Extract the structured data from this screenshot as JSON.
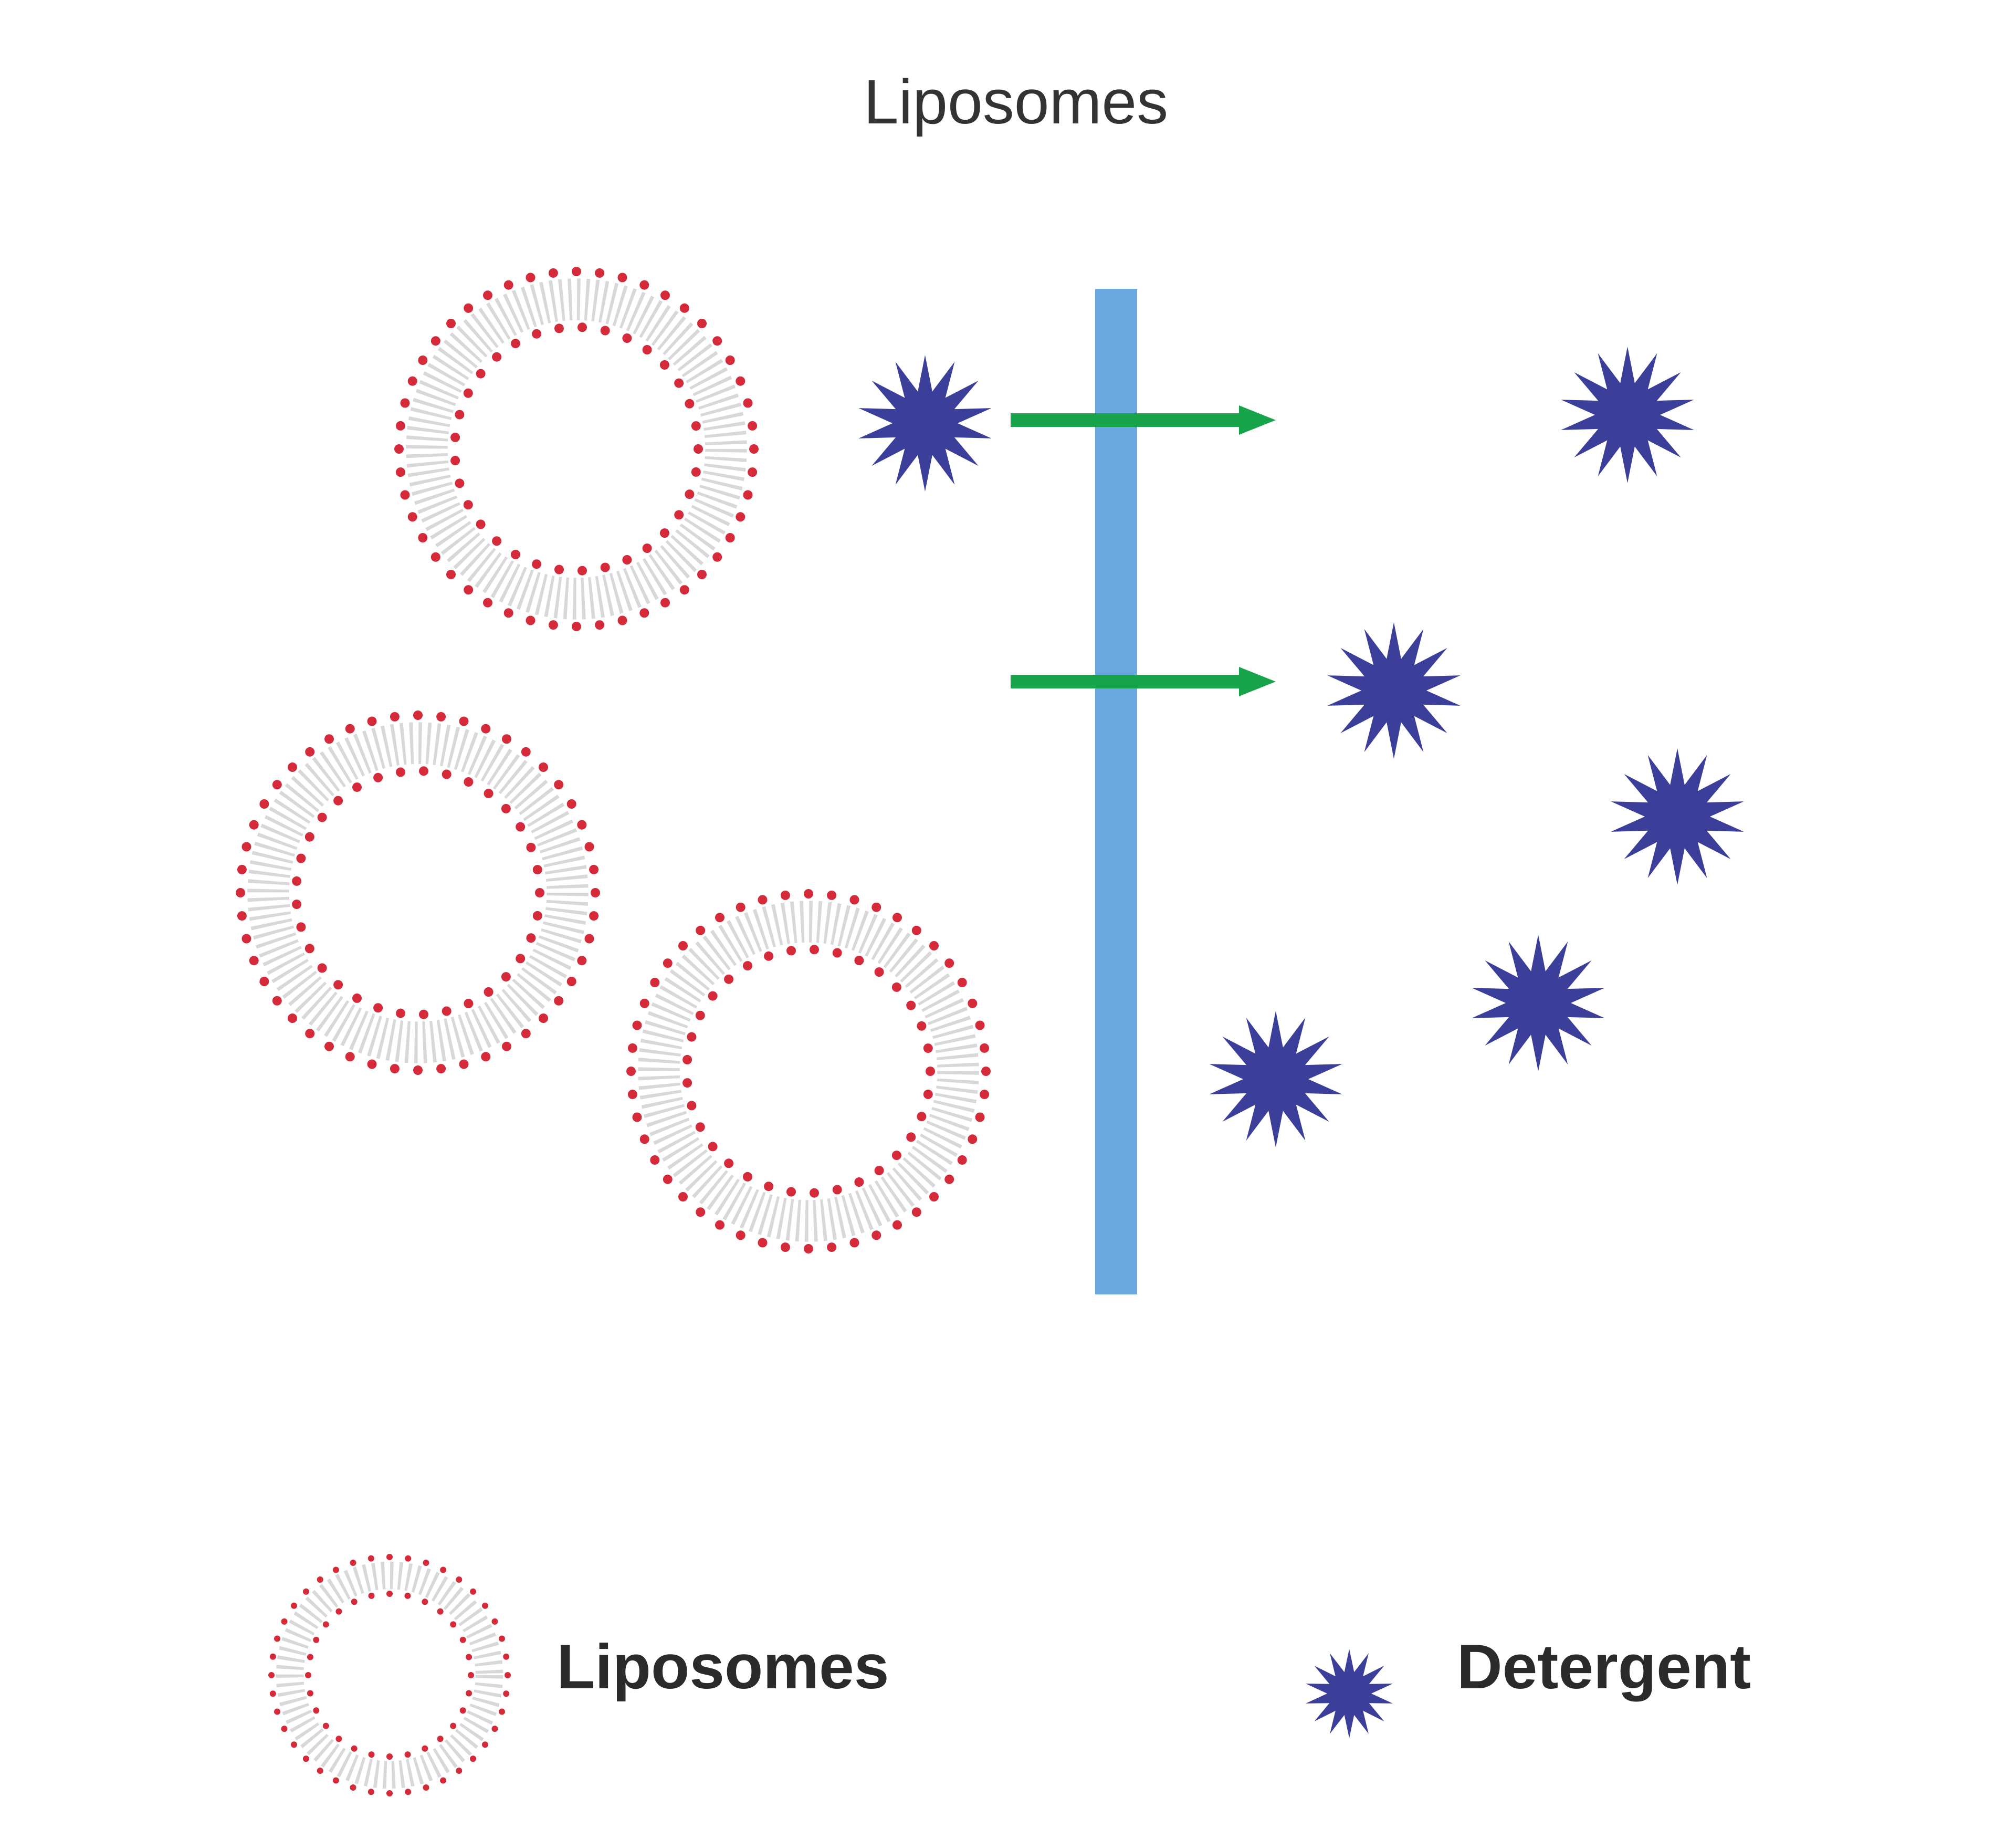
{
  "title": "Liposomes",
  "legend": {
    "liposomes_label": "Liposomes",
    "detergent_label": "Detergent"
  },
  "colors": {
    "liposome_head": "#d42a3a",
    "liposome_tail": "#d8d8d8",
    "detergent": "#3b3f9a",
    "membrane": "#6aa8df",
    "arrow": "#17a34a",
    "text": "#333333"
  },
  "icons": {
    "liposome": "liposome-icon",
    "detergent": "detergent-star-icon",
    "membrane": "dialysis-membrane",
    "arrow": "right-arrow-icon"
  }
}
